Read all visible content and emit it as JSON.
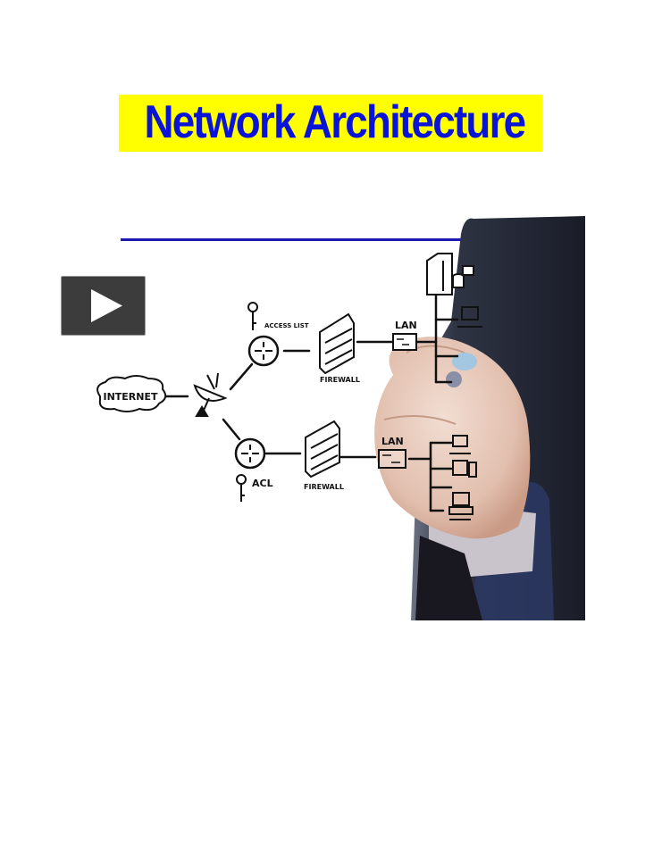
{
  "page": {
    "title": "Network Architecture",
    "title_bg": "#ffff00",
    "title_color": "#0a14d6"
  },
  "video": {
    "play_button_label": "play-video",
    "diagram": {
      "nodes": {
        "internet": "INTERNET",
        "access_list": "ACCESS LIST",
        "acl": "ACL",
        "firewall_top": "FIREWALL",
        "firewall_bottom": "FIREWALL",
        "lan_top": "LAN",
        "lan_bottom": "LAN"
      }
    }
  }
}
